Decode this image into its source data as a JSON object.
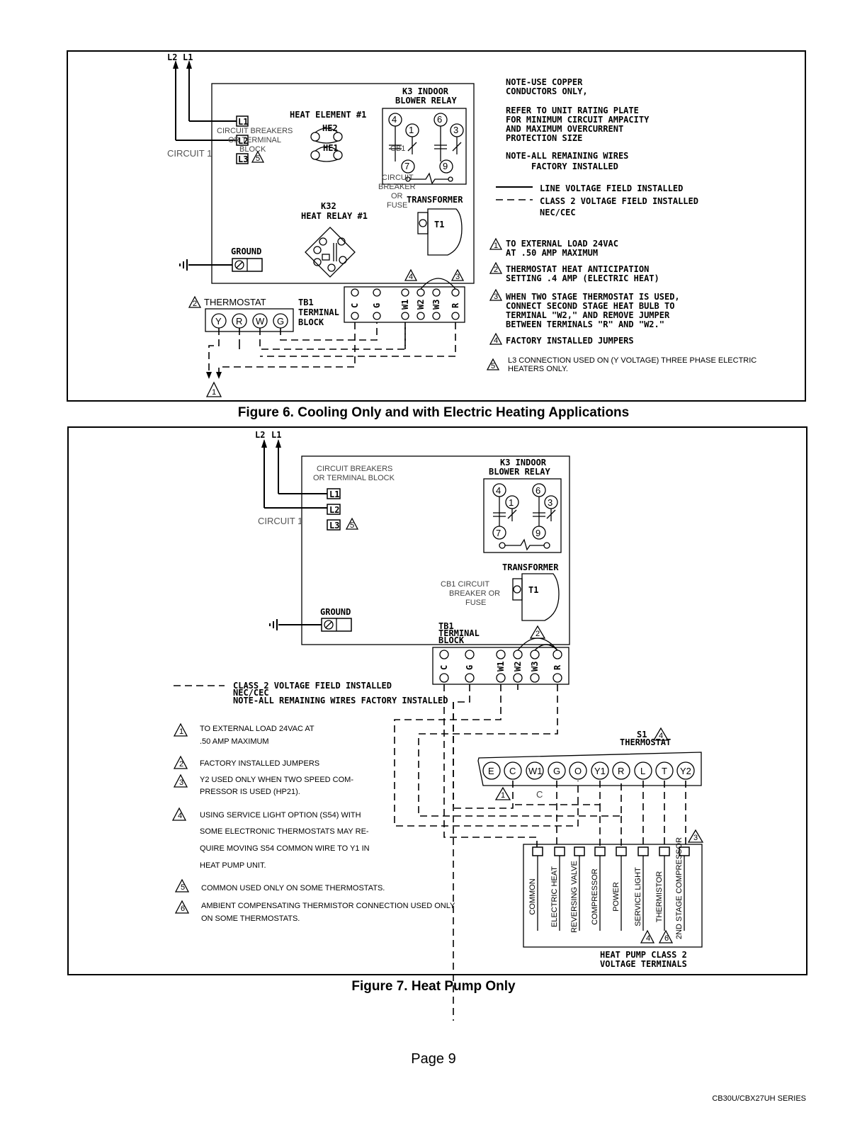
{
  "figure6": {
    "caption": "Figure 6. Cooling Only and with Electric Heating Applications",
    "power": {
      "l2": "L2",
      "l1": "L1",
      "circuit": "CIRCUIT 1",
      "breakers_line1": "CIRCUIT BREAKERS",
      "breakers_line2": "OR TERMINAL",
      "breakers_line3": "BLOCK",
      "t1": "L1",
      "t2": "L2",
      "t3": "L3"
    },
    "heat_element": "HEAT ELEMENT #1",
    "he2": "HE2",
    "he1": "HE1",
    "relay_k3_line1": "K3 INDOOR",
    "relay_k3_line2": "BLOWER RELAY",
    "relay_contacts": [
      "4",
      "6",
      "1",
      "3",
      "7",
      "9"
    ],
    "cb_line1": "CB1",
    "cb_line2": "CIRCUIT",
    "cb_line3": "BREAKER",
    "cb_line4": "OR",
    "cb_line5": "FUSE",
    "transformer": "TRANSFORMER",
    "t1_label": "T1",
    "k32_line1": "K32",
    "k32_line2": "HEAT RELAY #1",
    "ground": "GROUND",
    "thermostat": "THERMOSTAT",
    "thermostat_terminals": [
      "Y",
      "R",
      "W",
      "G"
    ],
    "tb1_line1": "TB1",
    "tb1_line2": "TERMINAL",
    "tb1_line3": "BLOCK",
    "tb1_terminals": [
      "C",
      "G",
      "W1",
      "W2",
      "W3",
      "R"
    ],
    "notes": {
      "copper_line1": "NOTE-USE COPPER",
      "copper_line2": "CONDUCTORS ONLY,",
      "rating_line1": "REFER TO UNIT RATING PLATE",
      "rating_line2": "FOR MINIMUM CIRCUIT AMPACITY",
      "rating_line3": "AND MAXIMUM OVERCURRENT",
      "rating_line4": "PROTECTION SIZE",
      "factory_line1": "NOTE-ALL REMAINING WIRES",
      "factory_line2": "FACTORY INSTALLED",
      "line_voltage": "LINE VOLTAGE FIELD INSTALLED",
      "class2_line1": "CLASS 2 VOLTAGE FIELD INSTALLED",
      "class2_line2": "NEC/CEC",
      "n1_line1": "TO EXTERNAL LOAD 24VAC",
      "n1_line2": "AT .50 AMP MAXIMUM",
      "n2_line1": "THERMOSTAT HEAT ANTICIPATION",
      "n2_line2": "SETTING .4 AMP (ELECTRIC HEAT)",
      "n3_line1": "WHEN TWO STAGE THERMOSTAT IS USED,",
      "n3_line2": "CONNECT SECOND STAGE HEAT BULB TO",
      "n3_line3": "TERMINAL \"W2,\" AND REMOVE JUMPER",
      "n3_line4": "BETWEEN TERMINALS \"R\" AND \"W2.\"",
      "n4": "FACTORY INSTALLED JUMPERS",
      "n5_line1": "L3 CONNECTION USED ON (Y VOLTAGE) THREE PHASE ELECTRIC",
      "n5_line2": "HEATERS ONLY."
    },
    "markers": [
      "1",
      "2",
      "3",
      "4",
      "5"
    ]
  },
  "figure7": {
    "caption": "Figure 7. Heat Pump Only",
    "power": {
      "l2": "L2",
      "l1": "L1",
      "circuit": "CIRCUIT 1",
      "breakers_line1": "CIRCUIT BREAKERS",
      "breakers_line2": "OR TERMINAL BLOCK",
      "t1": "L1",
      "t2": "L2",
      "t3": "L3"
    },
    "relay_k3_line1": "K3 INDOOR",
    "relay_k3_line2": "BLOWER RELAY",
    "relay_contacts": [
      "4",
      "6",
      "1",
      "3",
      "7",
      "9"
    ],
    "transformer": "TRANSFORMER",
    "t1_label": "T1",
    "cb_line1": "CB1 CIRCUIT",
    "cb_line2": "BREAKER OR",
    "cb_line3": "FUSE",
    "ground": "GROUND",
    "tb1_line1": "TB1",
    "tb1_line2": "TERMINAL",
    "tb1_line3": "BLOCK",
    "tb1_terminals": [
      "C",
      "G",
      "W1",
      "W2",
      "W3",
      "R"
    ],
    "legend_line1": "CLASS 2  VOLTAGE FIELD INSTALLED",
    "legend_line2": "NEC/CEC",
    "legend_line3": "NOTE-ALL REMAINING WIRES FACTORY INSTALLED",
    "s1_line1": "S1",
    "s1_line2": "THERMOSTAT",
    "stat_terminals": [
      "E",
      "C",
      "W1",
      "G",
      "O",
      "Y1",
      "R",
      "L",
      "T",
      "Y2"
    ],
    "c_label": "C",
    "notes": {
      "n1_line1": "TO EXTERNAL LOAD 24VAC AT",
      "n1_line2": ".50 AMP MAXIMUM",
      "n2": "FACTORY INSTALLED JUMPERS",
      "n3_line1": "Y2 USED ONLY WHEN TWO SPEED COM-",
      "n3_line2": "PRESSOR IS USED (HP21).",
      "n4_line1": "USING SERVICE LIGHT OPTION (S54) WITH",
      "n4_line2": "SOME ELECTRONIC THERMOSTATS MAY RE-",
      "n4_line3": "QUIRE MOVING S54 COMMON WIRE TO Y1 IN",
      "n4_line4": "HEAT PUMP UNIT.",
      "n5": "COMMON USED ONLY ON SOME THERMOSTATS.",
      "n6_line1": "AMBIENT COMPENSATING THERMISTOR CONNECTION USED ONLY",
      "n6_line2": "ON SOME THERMOSTATS."
    },
    "hp_terminals": [
      "COMMON",
      "ELECTRIC HEAT",
      "REVERSING VALVE",
      "COMPRESSOR",
      "POWER",
      "SERVICE LIGHT",
      "THERMISTOR",
      "2ND STAGE COMPRESSOR"
    ],
    "hp_label_line1": "HEAT PUMP CLASS 2",
    "hp_label_line2": "VOLTAGE TERMINALS",
    "markers": [
      "1",
      "2",
      "3",
      "4",
      "5",
      "6"
    ]
  },
  "page": {
    "number": "Page 9",
    "series": "CB30U/CBX27UH SERIES"
  }
}
